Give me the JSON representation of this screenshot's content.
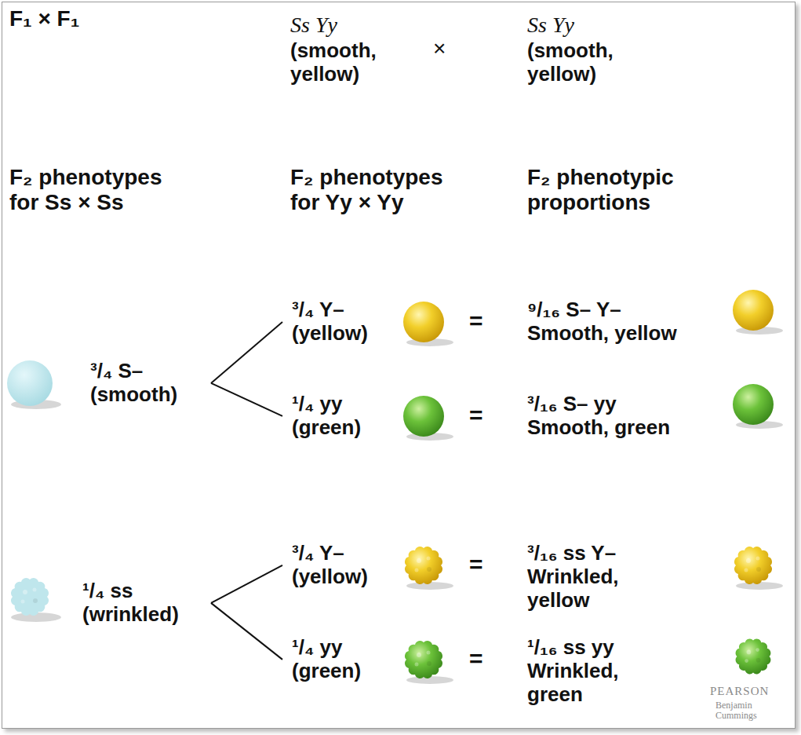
{
  "diagram": {
    "nodes": [
      {
        "text": [
          "³/₄ S– (smooth)"
        ]
      },
      {
        "text": [
          "¹/₄ ss (wrinkled)"
        ]
      },
      {
        "text": [
          "³/₄ Y– (yellow)"
        ]
      },
      {
        "text": [
          "¹/₄ yy (green)"
        ]
      },
      {
        "text": [
          "³/₄ Y– (yellow)"
        ]
      },
      {
        "text": [
          "¹/₄ yy (green)"
        ]
      }
    ],
    "edges": [
      {
        "from": 0,
        "to": 2,
        "arrow": "none"
      },
      {
        "from": 0,
        "to": 3,
        "arrow": "none"
      },
      {
        "from": 1,
        "to": 4,
        "arrow": "none"
      },
      {
        "from": 1,
        "to": 5,
        "arrow": "none"
      }
    ],
    "labels": [
      "F₁ × F₁",
      "Ss Yy",
      "(smooth, yellow)",
      "×",
      "Ss Yy",
      "(smooth, yellow)",
      "F₂ phenotypes for Ss × Ss",
      "F₂ phenotypes for Yy × Yy",
      "F₂ phenotypic proportions",
      "=",
      "⁹/₁₆ S– Y–",
      "Smooth, yellow",
      "=",
      "³/₁₆ S– yy",
      "Smooth, green",
      "=",
      "³/₁₆ ss Y–",
      "Wrinkled, yellow",
      "=",
      "¹/₁₆ ss yy",
      "Wrinkled, green",
      "PEARSON",
      "Benjamin Cummings"
    ]
  }
}
